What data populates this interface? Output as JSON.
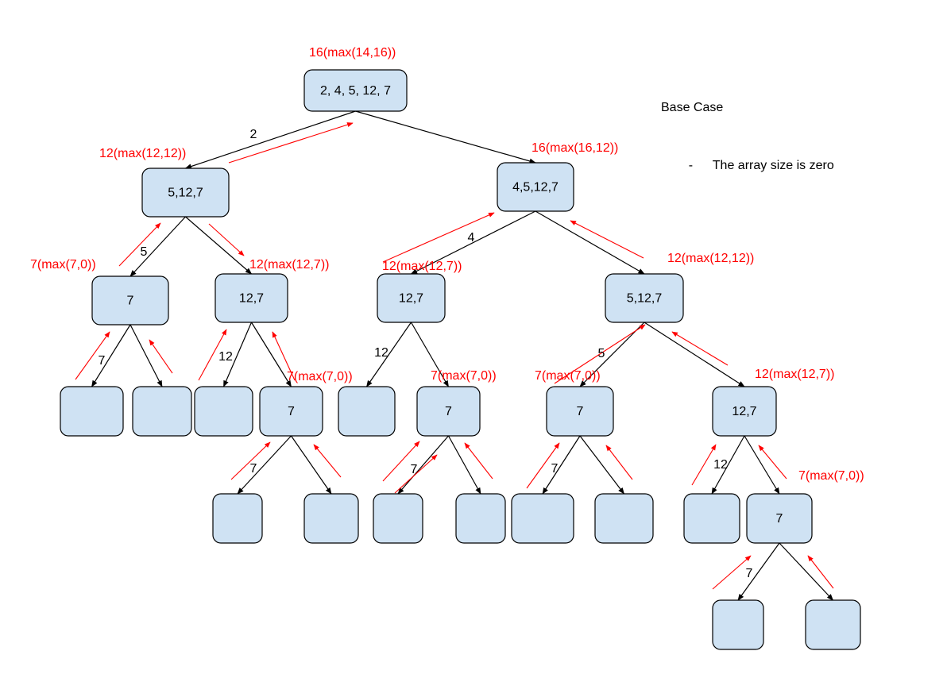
{
  "colors": {
    "node_fill": "#cfe2f3",
    "node_stroke": "#000000",
    "return_arrow": "#ff0000"
  },
  "note": {
    "title": "Base Case",
    "bullet_marker": "-",
    "bullet_text": "The array size is zero"
  },
  "nodes": [
    {
      "id": "root",
      "label": "2, 4, 5, 12, 7"
    },
    {
      "id": "n1",
      "label": "5,12,7"
    },
    {
      "id": "n2",
      "label": "4,5,12,7"
    },
    {
      "id": "n3",
      "label": "7"
    },
    {
      "id": "n4",
      "label": "12,7"
    },
    {
      "id": "n5",
      "label": "12,7"
    },
    {
      "id": "n6",
      "label": "5,12,7"
    },
    {
      "id": "e1",
      "label": ""
    },
    {
      "id": "e2",
      "label": ""
    },
    {
      "id": "e3",
      "label": ""
    },
    {
      "id": "n7",
      "label": "7"
    },
    {
      "id": "e4",
      "label": ""
    },
    {
      "id": "n8",
      "label": "7"
    },
    {
      "id": "n9",
      "label": "7"
    },
    {
      "id": "n10",
      "label": "12,7"
    },
    {
      "id": "e5",
      "label": ""
    },
    {
      "id": "e6",
      "label": ""
    },
    {
      "id": "e7",
      "label": ""
    },
    {
      "id": "e8",
      "label": ""
    },
    {
      "id": "e9",
      "label": ""
    },
    {
      "id": "e10",
      "label": ""
    },
    {
      "id": "e11",
      "label": ""
    },
    {
      "id": "n11",
      "label": "7"
    },
    {
      "id": "e12",
      "label": ""
    },
    {
      "id": "e13",
      "label": ""
    }
  ],
  "edges": [
    {
      "from": "root",
      "to": "n1",
      "label": "2"
    },
    {
      "from": "root",
      "to": "n2",
      "label": ""
    },
    {
      "from": "n1",
      "to": "n3",
      "label": "5"
    },
    {
      "from": "n1",
      "to": "n4",
      "label": ""
    },
    {
      "from": "n2",
      "to": "n5",
      "label": "4"
    },
    {
      "from": "n2",
      "to": "n6",
      "label": ""
    },
    {
      "from": "n3",
      "to": "e1",
      "label": "7"
    },
    {
      "from": "n3",
      "to": "e2",
      "label": ""
    },
    {
      "from": "n4",
      "to": "e3",
      "label": "12"
    },
    {
      "from": "n4",
      "to": "n7",
      "label": ""
    },
    {
      "from": "n5",
      "to": "e4",
      "label": "12"
    },
    {
      "from": "n5",
      "to": "n8",
      "label": ""
    },
    {
      "from": "n6",
      "to": "n9",
      "label": "5"
    },
    {
      "from": "n6",
      "to": "n10",
      "label": ""
    },
    {
      "from": "n7",
      "to": "e5",
      "label": "7"
    },
    {
      "from": "n7",
      "to": "e6",
      "label": ""
    },
    {
      "from": "n8",
      "to": "e7",
      "label": "7"
    },
    {
      "from": "n8",
      "to": "e8",
      "label": ""
    },
    {
      "from": "n9",
      "to": "e9",
      "label": "7"
    },
    {
      "from": "n9",
      "to": "e10",
      "label": ""
    },
    {
      "from": "n10",
      "to": "e11",
      "label": "12"
    },
    {
      "from": "n10",
      "to": "n11",
      "label": ""
    },
    {
      "from": "n11",
      "to": "e12",
      "label": "7"
    },
    {
      "from": "n11",
      "to": "e13",
      "label": ""
    }
  ],
  "return_labels": [
    {
      "id": "r-root",
      "text": "16(max(14,16))"
    },
    {
      "id": "r-n1",
      "text": "12(max(12,12))"
    },
    {
      "id": "r-n2",
      "text": "16(max(16,12))"
    },
    {
      "id": "r-n3",
      "text": "7(max(7,0))"
    },
    {
      "id": "r-n4",
      "text": "12(max(12,7))"
    },
    {
      "id": "r-n5",
      "text": "12(max(12,7))"
    },
    {
      "id": "r-n6",
      "text": "12(max(12,12))"
    },
    {
      "id": "r-n7",
      "text": "7(max(7,0))"
    },
    {
      "id": "r-n8",
      "text": "7(max(7,0))"
    },
    {
      "id": "r-n9",
      "text": "7(max(7,0))"
    },
    {
      "id": "r-n10",
      "text": "12(max(12,7))"
    },
    {
      "id": "r-n11",
      "text": "7(max(7,0))"
    }
  ]
}
